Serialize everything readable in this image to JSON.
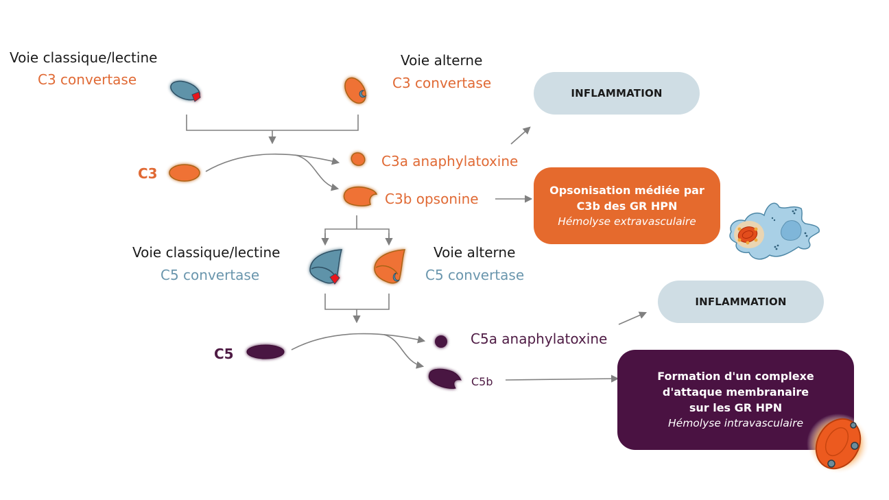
{
  "top": {
    "classic_pathway": "Voie classique/lectine",
    "classic_convertase": "C3 convertase",
    "alt_pathway": "Voie alterne",
    "alt_convertase": "C3 convertase"
  },
  "c3": {
    "label": "C3",
    "c3a": "C3a anaphylatoxine",
    "c3b": "C3b opsonine"
  },
  "middle": {
    "classic_pathway": "Voie classique/lectine",
    "classic_convertase": "C5 convertase",
    "alt_pathway": "Voie alterne",
    "alt_convertase": "C5 convertase"
  },
  "c5": {
    "label": "C5",
    "c5a": "C5a anaphylatoxine",
    "c5b": "C5b"
  },
  "outcomes": {
    "inflammation_1": "INFLAMMATION",
    "inflammation_2": "INFLAMMATION",
    "opsonisation": {
      "line1": "Opsonisation médiée par",
      "line2": "C3b des GR HPN",
      "sub": "Hémolyse extravasculaire"
    },
    "mac": {
      "line1": "Formation d'un complexe",
      "line2": "d'attaque membranaire",
      "line3": "sur les GR HPN",
      "sub": "Hémolyse intravasculaire"
    }
  },
  "colors": {
    "orange": "#e06a35",
    "orange_box": "#e56a2d",
    "steel_blue": "#6a96ad",
    "plum": "#4e1b44",
    "plum_box": "#4a1242",
    "inflammation_pill": "#cfdde4",
    "connector_gray": "#808080"
  }
}
